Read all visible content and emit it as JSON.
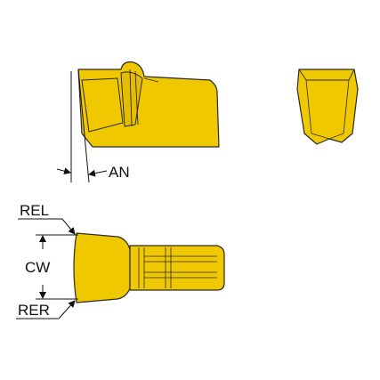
{
  "colors": {
    "insert_fill": "#f0c800",
    "outline": "#2a2a2a",
    "dimension_line": "#111111",
    "background": "#ffffff"
  },
  "labels": {
    "an": "AN",
    "rel": "REL",
    "cw": "CW",
    "rer": "RER"
  }
}
